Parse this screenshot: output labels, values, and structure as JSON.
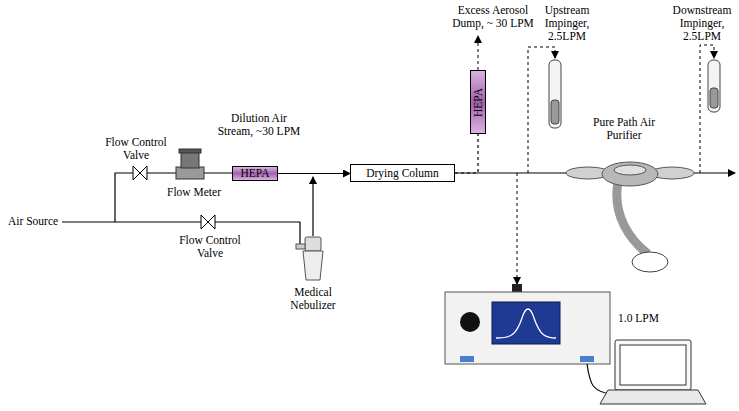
{
  "diagram": {
    "nodes": [
      {
        "text": [
          "HEPA"
        ]
      },
      {
        "text": [
          "Drying Column"
        ]
      },
      {
        "text": [
          "HEPA"
        ]
      }
    ],
    "edges": [
      {
        "from": 0,
        "to": 1,
        "arrow": "to"
      },
      {
        "from": 1,
        "to": 2,
        "arrow": "none"
      }
    ],
    "labels": [
      "Air Source",
      "Flow Control Valve",
      "Flow Meter",
      "Dilution Air Stream, ~30 LPM",
      "Flow Control Valve",
      "Medical Nebulizer",
      "Excess Aerosol Dump, ~ 30 LPM",
      "Upstream Impinger, 2.5LPM",
      "Pure Path Air Purifier",
      "Downstream Impinger, 2.5LPM",
      "1.0 LPM"
    ]
  }
}
